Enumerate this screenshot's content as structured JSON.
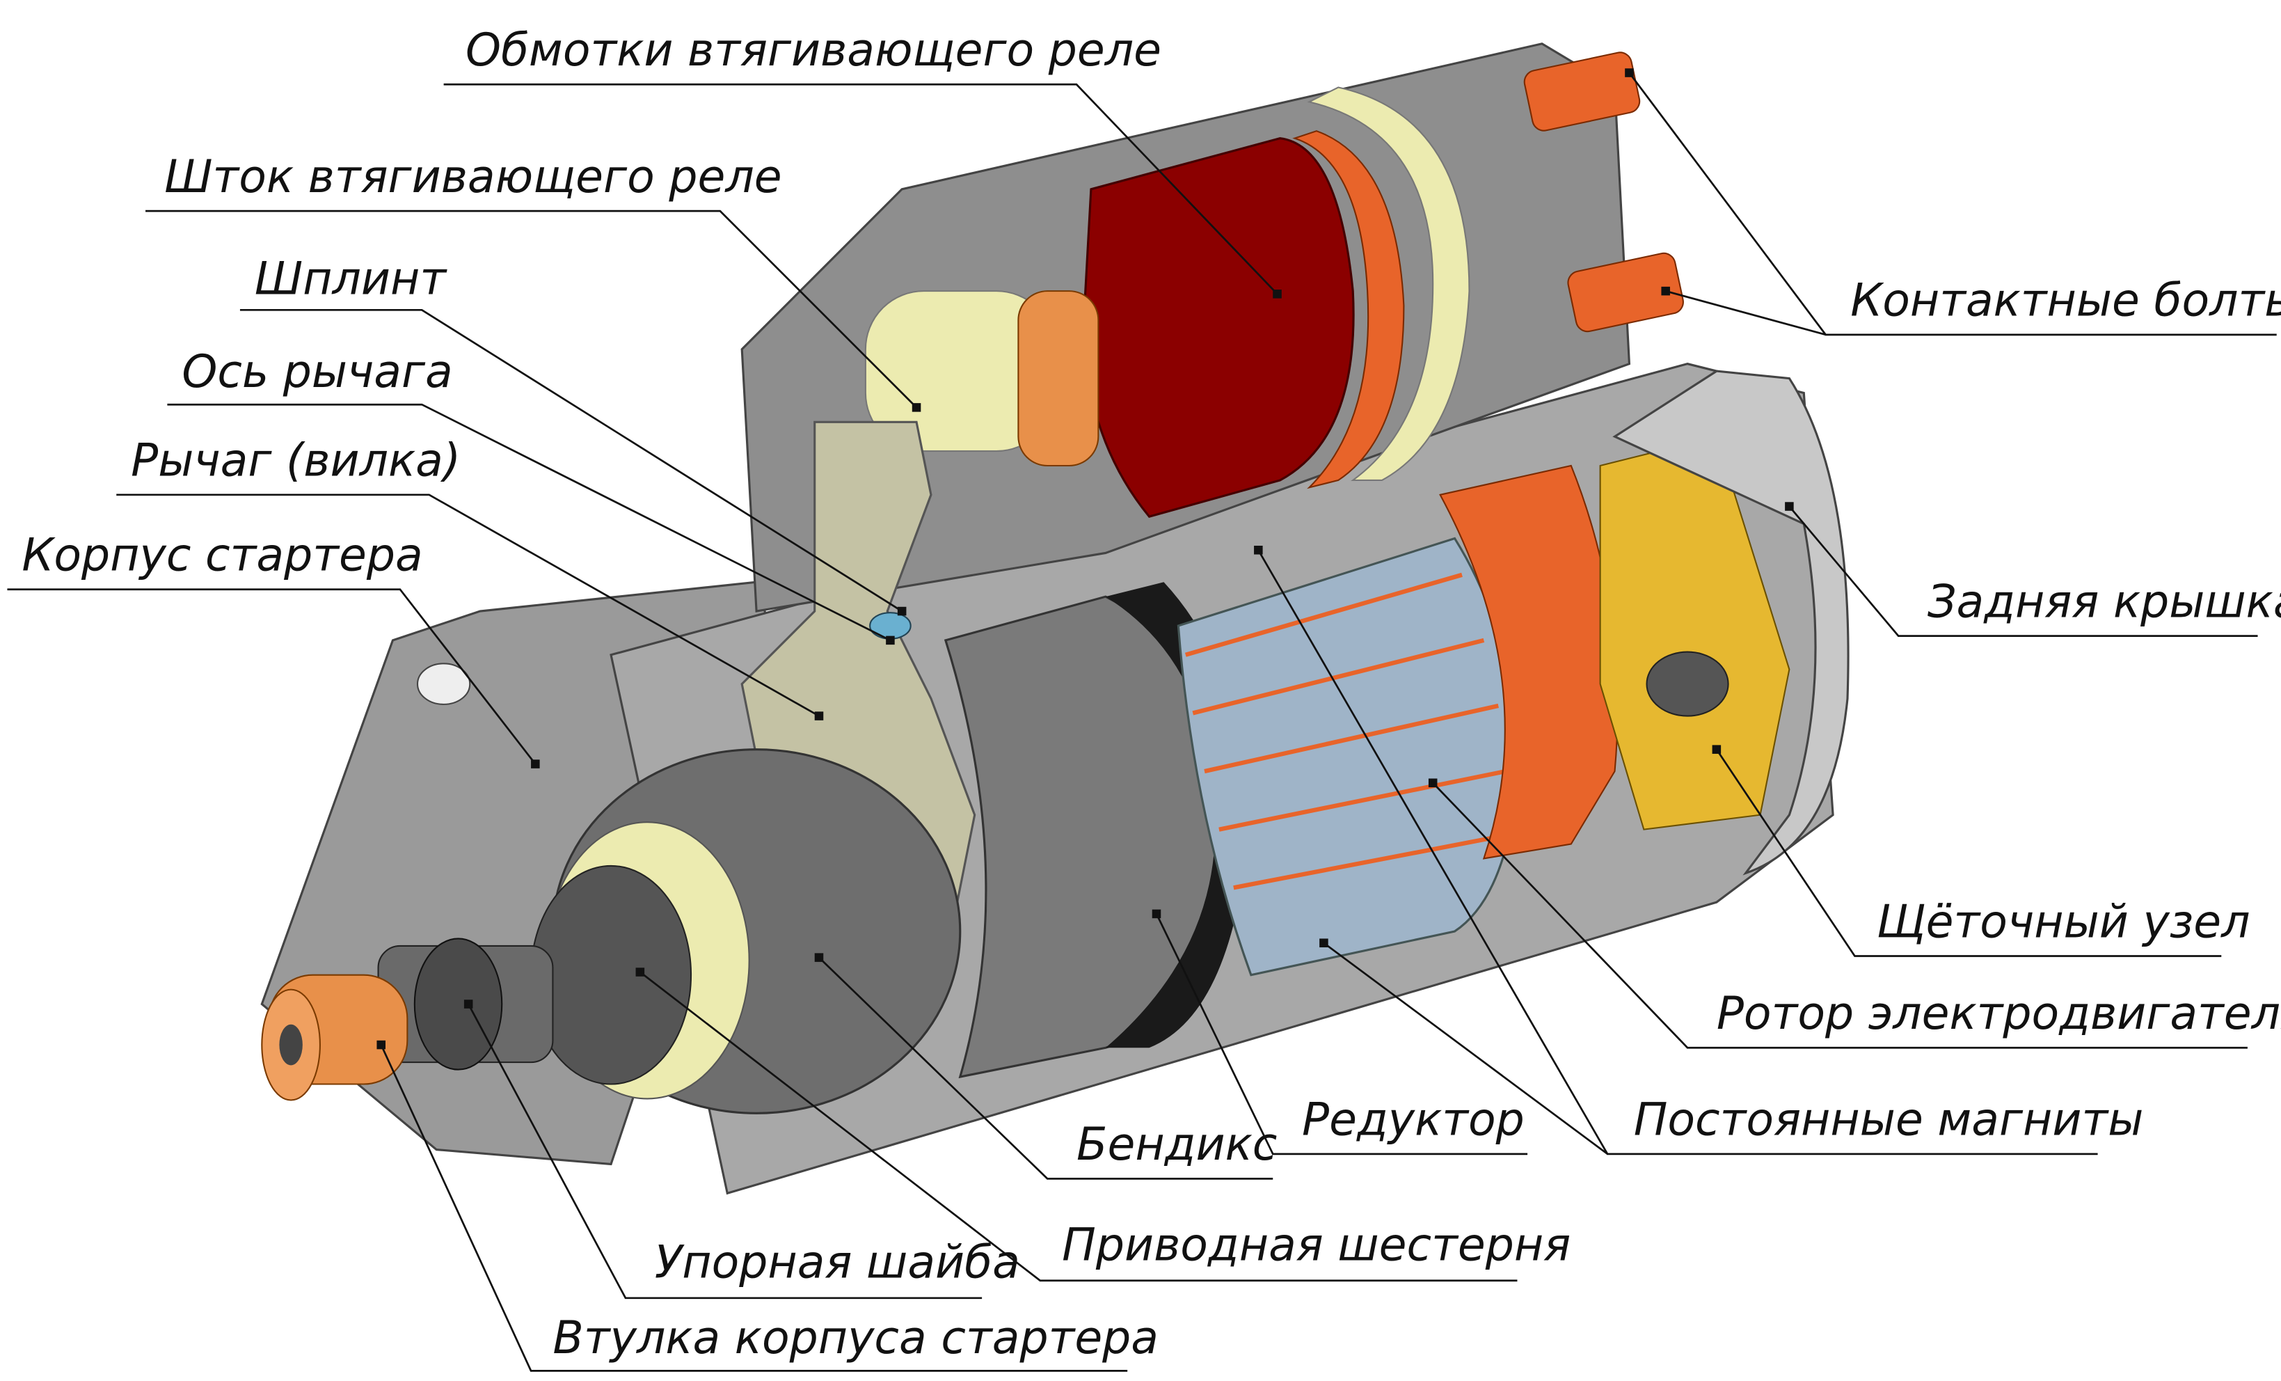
{
  "title": "Устройство стартера",
  "labels": {
    "solenoid_windings": "Обмотки втягивающего реле",
    "solenoid_plunger": "Шток втягивающего реле",
    "cotter_pin": "Шплинт",
    "lever_axis": "Ось рычага",
    "lever_fork": "Рычаг (вилка)",
    "starter_housing": "Корпус стартера",
    "contact_bolts": "Контактные болты",
    "rear_cover": "Задняя крышка",
    "brush_assembly": "Щёточный узел",
    "motor_rotor": "Ротор электродвигателя",
    "permanent_magnets": "Постоянные магниты",
    "reducer": "Редуктор",
    "bendix": "Бендикс",
    "drive_gear": "Приводная шестерня",
    "thrust_washer": "Упорная шайба",
    "housing_bushing": "Втулка корпуса стартера"
  },
  "colors": {
    "body": "#8c8c8c",
    "coil": "#8b0000",
    "copper": "#e8642a",
    "rotor": "#9fb4c8",
    "cream": "#ecebb0"
  }
}
